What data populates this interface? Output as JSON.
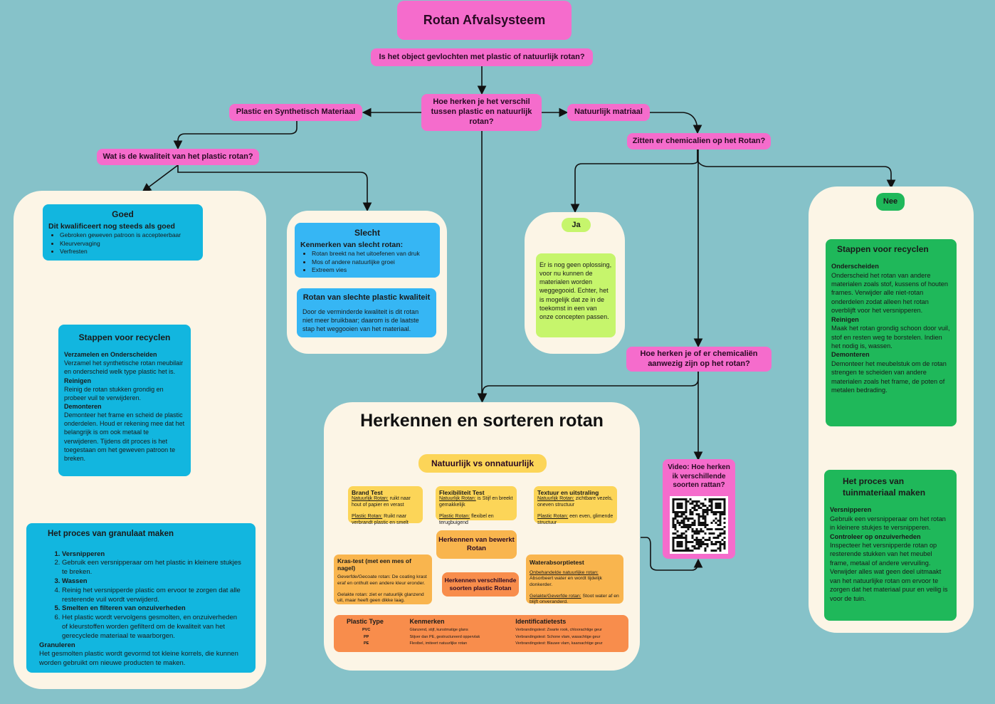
{
  "title": "Rotan Afvalsysteem",
  "q_start": "Is het object gevlochten met plastic of natuurlijk rotan?",
  "q_center": "Hoe herken je het verschil tussen plastic en natuurlijk rotan?",
  "branch_plastic": "Plastic en Synthetisch Materiaal",
  "branch_natural": "Natuurlijk matriaal",
  "q_quality": "Wat is de kwaliteit van het plastic rotan?",
  "q_chem": "Zitten er chemicalien op het Rotan?",
  "q_chem2": "Hoe herken je of er chemicaliën aanwezig zijn op het rotan?",
  "goed": {
    "title": "Goed",
    "subtitle": "Dit kwalificeert nog steeds als goed",
    "items": [
      "Gebroken geweven patroon is accepteerbaar",
      "Kleurvervaging",
      "Verfresten"
    ]
  },
  "stappen_plastic": {
    "title": "Stappen voor recyclen",
    "sections": [
      {
        "head": "Verzamelen en Onderscheiden",
        "text": "Verzamel het synthetische rotan meubilair en onderscheid welk type plastic het is."
      },
      {
        "head": "Reinigen",
        "text": "Reinig de rotan stukken grondig en probeer vuil te verwijderen."
      },
      {
        "head": "Demonteren",
        "text": "Demonteer het frame en scheid de plastic onderdelen. Houd er rekening mee dat het belangrijk is om ook metaal te verwijderen. Tijdens dit proces is het toegestaan om het geweven patroon te breken."
      }
    ]
  },
  "granulaat": {
    "title": "Het proces van granulaat maken",
    "items": [
      "Versnipperen",
      "Gebruik een versnipperaar om het plastic in kleinere stukjes te breken.",
      "Wassen",
      "Reinig het versnipperde plastic om ervoor te zorgen dat alle resterende vuil wordt verwijderd.",
      "Smelten en filteren van onzuiverheden",
      "Het plastic wordt vervolgens gesmolten, en onzuiverheden of kleurstoffen worden gefilterd om de kwaliteit van het gerecyclede materiaal te waarborgen."
    ],
    "last_head": "Granuleren",
    "last_text": "Het gesmolten plastic wordt gevormd tot kleine korrels, die kunnen worden gebruikt om nieuwe producten te maken."
  },
  "slecht": {
    "title": "Slecht",
    "subtitle": "Kenmerken van slecht rotan:",
    "items": [
      "Rotan breekt na het uitoefenen van druk",
      "Mos of andere natuurlijke groei",
      "Extreem vies"
    ]
  },
  "slecht_rotan": {
    "title": "Rotan van slechte plastic kwaliteit",
    "text": "Door de verminderde kwaliteit is dit rotan niet meer bruikbaar; daarom is de laatste stap het weggooien van het materiaal."
  },
  "ja": {
    "label": "Ja",
    "text": "Er is nog geen oplossing, voor nu kunnen de materialen worden weggegooid. Echter, het is mogelijk dat ze in de toekomst in een van onze concepten passen."
  },
  "nee": {
    "label": "Nee",
    "stappen": {
      "title": "Stappen voor recyclen",
      "sections": [
        {
          "head": "Onderscheiden",
          "text": "Onderscheid het rotan van andere materialen zoals stof, kussens of houten frames. Verwijder alle niet-rotan onderdelen zodat alleen het rotan overblijft voor het versnipperen."
        },
        {
          "head": "Reinigen",
          "text": "Maak het rotan grondig schoon door vuil, stof en resten weg te borstelen. Indien het nodig is, wassen."
        },
        {
          "head": "Demonteren",
          "text": "Demonteer het meubelstuk om de rotan strengen te scheiden van andere materialen zoals het frame, de poten of metalen bedrading."
        }
      ]
    },
    "tuin": {
      "title": "Het proces van tuinmateriaal maken",
      "sections": [
        {
          "head": "Versnipperen",
          "text": "Gebruik een versnipperaar om het rotan in kleinere stukjes te versnipperen."
        },
        {
          "head": "Controleer op onzuiverheden",
          "text": "Inspecteer het versnipperde rotan op resterende stukken van het meubel frame, metaal of andere vervuiling. Verwijder alles wat geen deel uitmaakt van het natuurlijke rotan om ervoor te zorgen dat het materiaal puur en veilig is voor de tuin."
        }
      ]
    }
  },
  "video": {
    "text": "Video: Hoe herken ik verschillende soorten rattan?",
    "icon": "qr-code-icon"
  },
  "herkennen": {
    "title": "Herkennen en sorteren rotan",
    "vs": "Natuurlijk vs onnatuurlijk",
    "tests": [
      {
        "title": "Brand Test",
        "nat_label": "Natuurlijk Rotan:",
        "nat": "ruikt naar hout of papier en verast",
        "pl_label": "Plastic Rotan:",
        "pl": "Ruikt naar verbrandt plastic en smelt"
      },
      {
        "title": "Flexibiliteit Test",
        "nat_label": "Natuurlijk Rotan:",
        "nat": "is Stijf en breekt gemakkelijk",
        "pl_label": "Plastic Rotan:",
        "pl": "flexibel en terugbuigend"
      },
      {
        "title": "Textuur en uitstraling",
        "nat_label": "Natuurlijk Rotan:",
        "nat": "zichtbare vezels, oneven structuur",
        "pl_label": "Plastic Rotan:",
        "pl": "een even, glimende structuur"
      }
    ],
    "bewerkt": "Herkennen van bewerkt Rotan",
    "kras": {
      "title": "Kras-test (met een mes of nagel)",
      "p1": "Geverfde/Gecoate rotan: De coating krast eraf en onthult een andere kleur eronder.",
      "p2": "Gelakte rotan: ziet er natuurlijk glanzend uit, maar heeft geen dikke laag."
    },
    "water": {
      "title": "Waterabsorptietest",
      "l1": "Onbehandelde natuurlijke rotan:",
      "t1": "Absorbeert water en wordt tijdelijk donkerder.",
      "l2": "Gelakte/Geverfde rotan:",
      "t2": "Stoot water af en blijft onveranderd."
    },
    "soorten": "Herkennen verschillende soorten plastic Rotan",
    "table": {
      "headers": [
        "Plastic Type",
        "Kenmerken",
        "Identificatietests"
      ],
      "rows": [
        [
          "PVC",
          "Glanzend, stijf, kunstmatige glans",
          "Verbrandingstest: Zwarte rook, chloorachtige geur"
        ],
        [
          "PP",
          "Stijver dan PE, gestructureerd oppervlak",
          "Verbrandingstest: Schone vlam, wasachtige geur"
        ],
        [
          "PE",
          "Flexibel, imiteert natuurlijke rotan",
          "Verbrandingstest: Blauwe vlam, kaarsachtige geur"
        ]
      ]
    }
  },
  "colors": {
    "background": "#86c2c9",
    "pink": "#f56ccc",
    "panel": "#fcf5e6",
    "blue": "#12b6df",
    "green": "#1fb85a",
    "lime": "#c6f56c",
    "yellow": "#fcd558",
    "orange": "#f9b54e"
  }
}
